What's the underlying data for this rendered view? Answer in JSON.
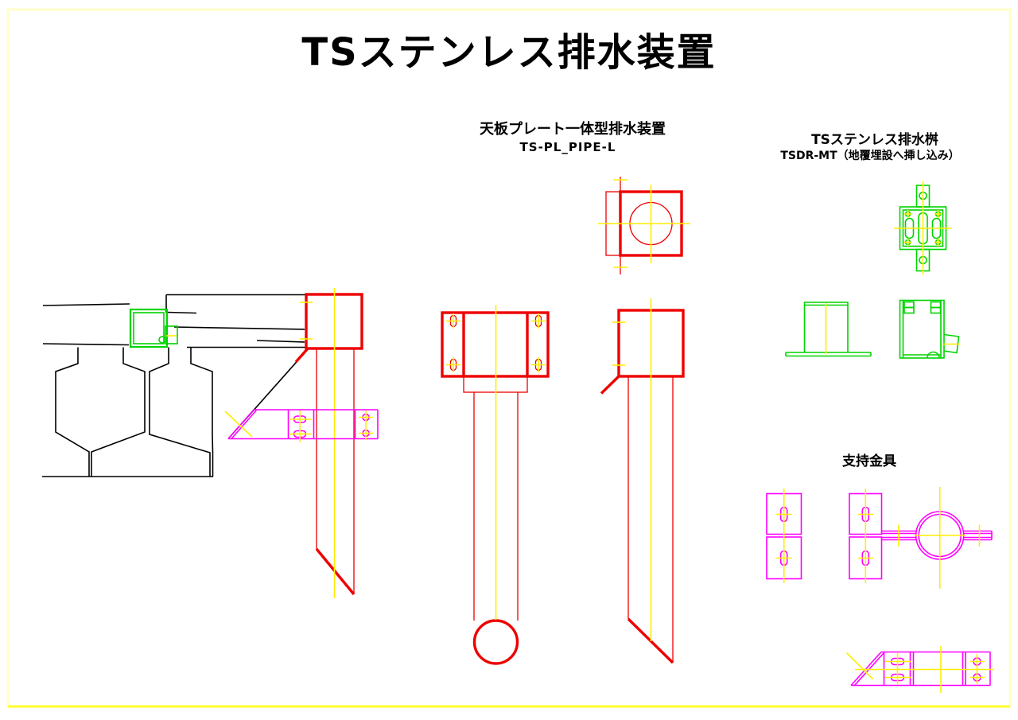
{
  "title": "TSステンレス排水装置",
  "annotations": {
    "plate_pipe_unit": {
      "line1": "天板プレート一体型排水装置",
      "line2": "TS-PL_PIPE-L"
    },
    "drain_basin": {
      "line1": "TSステンレス排水桝",
      "line2": "TSDR-MT（地覆埋設へ挿し込み）"
    },
    "support_fitting": {
      "label": "支持金具"
    }
  },
  "drawing_views": {
    "left": "bridge-girder-cross-section-with-drain-pipe",
    "center": [
      "pipe-unit-top-view",
      "pipe-unit-front-view",
      "pipe-unit-side-view"
    ],
    "right_top": [
      "basin-top-view",
      "basin-front-view",
      "basin-side-view"
    ],
    "right_bottom": [
      "support-plate-pair",
      "support-pipe-clamp",
      "support-bracket-plan"
    ]
  },
  "palette": {
    "background": "#ffffff",
    "line_black": "#000000",
    "line_red": "#ee0000",
    "line_green": "#00d400",
    "line_magenta": "#ff00ff",
    "line_yellow": "#ffee00",
    "border_pale_yellow": "#ffffc8",
    "border_bright_yellow": "#ffff2a"
  }
}
